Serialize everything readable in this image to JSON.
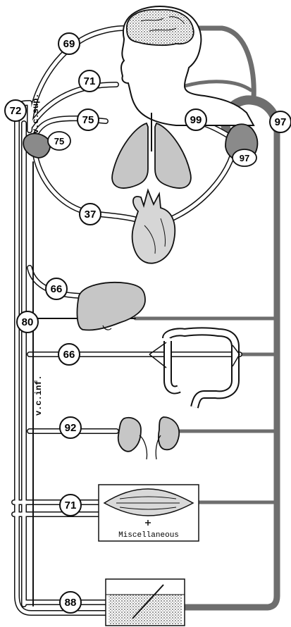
{
  "labels": {
    "brain": "69",
    "head_neck": "71",
    "superior_vena_cava": "72",
    "pulmonary_artery": "75",
    "right_atrium": "75",
    "pulmonary_vein": "99",
    "aorta": "97",
    "left_ventricle": "97",
    "coronary": "37",
    "liver": "66",
    "inferior_vena_cava": "80",
    "intestine": "66",
    "kidney": "92",
    "muscle": "71",
    "skin": "88"
  },
  "vessel_text": {
    "svc": "v.c.sup.",
    "ivc": "v.c.inf."
  },
  "misc_label": "Miscellaneous",
  "colors": {
    "venous_outline": "#111111",
    "arterial": "#6e6e6e",
    "organ_fill": "#c6c6c6"
  }
}
